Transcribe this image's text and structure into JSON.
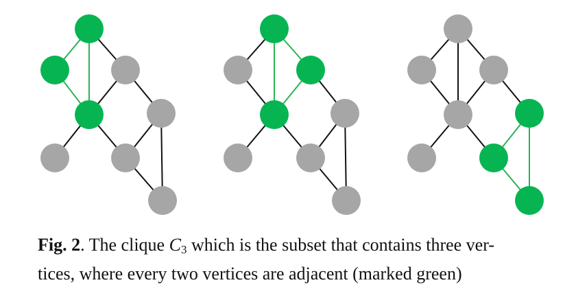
{
  "colors": {
    "clique_node": "#06b552",
    "normal_node": "#a6a6a6",
    "clique_edge": "#2bb352",
    "normal_edge": "#111111"
  },
  "graphs": [
    {
      "nodes": [
        {
          "id": "a",
          "clique": true
        },
        {
          "id": "b",
          "clique": true
        },
        {
          "id": "c",
          "clique": false
        },
        {
          "id": "d",
          "clique": true
        },
        {
          "id": "e",
          "clique": false
        },
        {
          "id": "f",
          "clique": false
        },
        {
          "id": "g",
          "clique": false
        },
        {
          "id": "h",
          "clique": false
        }
      ],
      "edges": [
        {
          "from": "a",
          "to": "b",
          "clique": true
        },
        {
          "from": "a",
          "to": "d",
          "clique": true
        },
        {
          "from": "b",
          "to": "d",
          "clique": true
        },
        {
          "from": "a",
          "to": "c",
          "clique": false
        },
        {
          "from": "c",
          "to": "d",
          "clique": false
        },
        {
          "from": "c",
          "to": "e",
          "clique": false
        },
        {
          "from": "d",
          "to": "f",
          "clique": false
        },
        {
          "from": "d",
          "to": "g",
          "clique": false
        },
        {
          "from": "e",
          "to": "g",
          "clique": false
        },
        {
          "from": "e",
          "to": "h",
          "clique": false
        },
        {
          "from": "g",
          "to": "h",
          "clique": false
        }
      ]
    },
    {
      "nodes": [
        {
          "id": "a",
          "clique": true
        },
        {
          "id": "b",
          "clique": false
        },
        {
          "id": "c",
          "clique": true
        },
        {
          "id": "d",
          "clique": true
        },
        {
          "id": "e",
          "clique": false
        },
        {
          "id": "f",
          "clique": false
        },
        {
          "id": "g",
          "clique": false
        },
        {
          "id": "h",
          "clique": false
        }
      ],
      "edges": [
        {
          "from": "a",
          "to": "c",
          "clique": true
        },
        {
          "from": "a",
          "to": "d",
          "clique": true
        },
        {
          "from": "c",
          "to": "d",
          "clique": true
        },
        {
          "from": "a",
          "to": "b",
          "clique": false
        },
        {
          "from": "b",
          "to": "d",
          "clique": false
        },
        {
          "from": "c",
          "to": "e",
          "clique": false
        },
        {
          "from": "d",
          "to": "f",
          "clique": false
        },
        {
          "from": "d",
          "to": "g",
          "clique": false
        },
        {
          "from": "e",
          "to": "g",
          "clique": false
        },
        {
          "from": "e",
          "to": "h",
          "clique": false
        },
        {
          "from": "g",
          "to": "h",
          "clique": false
        }
      ]
    },
    {
      "nodes": [
        {
          "id": "a",
          "clique": false
        },
        {
          "id": "b",
          "clique": false
        },
        {
          "id": "c",
          "clique": false
        },
        {
          "id": "d",
          "clique": false
        },
        {
          "id": "e",
          "clique": true
        },
        {
          "id": "f",
          "clique": false
        },
        {
          "id": "g",
          "clique": true
        },
        {
          "id": "h",
          "clique": true
        }
      ],
      "edges": [
        {
          "from": "e",
          "to": "g",
          "clique": true
        },
        {
          "from": "e",
          "to": "h",
          "clique": true
        },
        {
          "from": "g",
          "to": "h",
          "clique": true
        },
        {
          "from": "a",
          "to": "b",
          "clique": false
        },
        {
          "from": "a",
          "to": "c",
          "clique": false
        },
        {
          "from": "a",
          "to": "d",
          "clique": false
        },
        {
          "from": "b",
          "to": "d",
          "clique": false
        },
        {
          "from": "c",
          "to": "d",
          "clique": false
        },
        {
          "from": "c",
          "to": "e",
          "clique": false
        },
        {
          "from": "d",
          "to": "f",
          "clique": false
        },
        {
          "from": "d",
          "to": "g",
          "clique": false
        }
      ]
    }
  ],
  "caption": {
    "lead": "Fig. 2",
    "text_before": ". The clique ",
    "math_symbol": "C",
    "math_subscript": "3",
    "text_line1_end": " which is the subset that contains three ver-",
    "text_line2": "tices, where every two vertices are adjacent (marked green)"
  }
}
